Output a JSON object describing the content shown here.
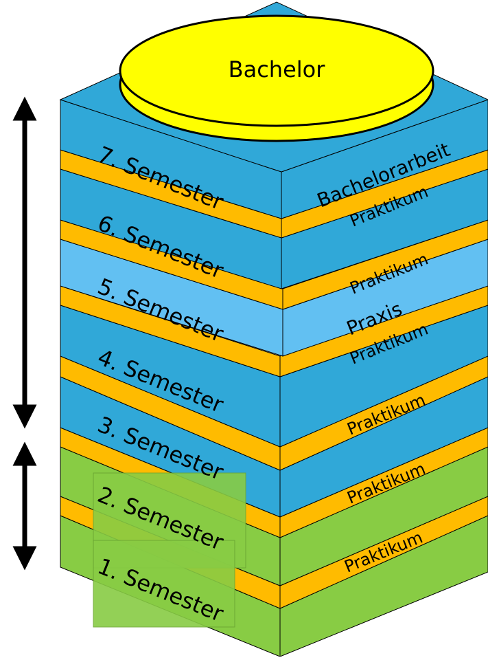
{
  "colors": {
    "blue": "#30a8d8",
    "light_blue": "#62c0f2",
    "green": "#88cc44",
    "orange": "#ffbb00",
    "yellow": "#ffff00",
    "outline": "#000000",
    "arrow": "#000000"
  },
  "top": {
    "label": "Bachelor"
  },
  "semesters": [
    {
      "label": "7. Semester",
      "side_label": "Bachelorarbeit",
      "color": "blue"
    },
    {
      "label": "6. Semester",
      "side_label": "",
      "color": "blue"
    },
    {
      "label": "5. Semester",
      "side_label": "Praxis",
      "color": "light_blue"
    },
    {
      "label": "4. Semester",
      "side_label": "",
      "color": "blue"
    },
    {
      "label": "3. Semester",
      "side_label": "",
      "color": "blue"
    },
    {
      "label": "2. Semester",
      "side_label": "",
      "color": "green"
    },
    {
      "label": "1. Semester",
      "side_label": "",
      "color": "green"
    }
  ],
  "praktikum_label": "Praktikum",
  "arrows": [
    {
      "name": "upper-phase-arrow",
      "spans": "3.–7. Semester"
    },
    {
      "name": "lower-phase-arrow",
      "spans": "1.–2. Semester"
    }
  ]
}
